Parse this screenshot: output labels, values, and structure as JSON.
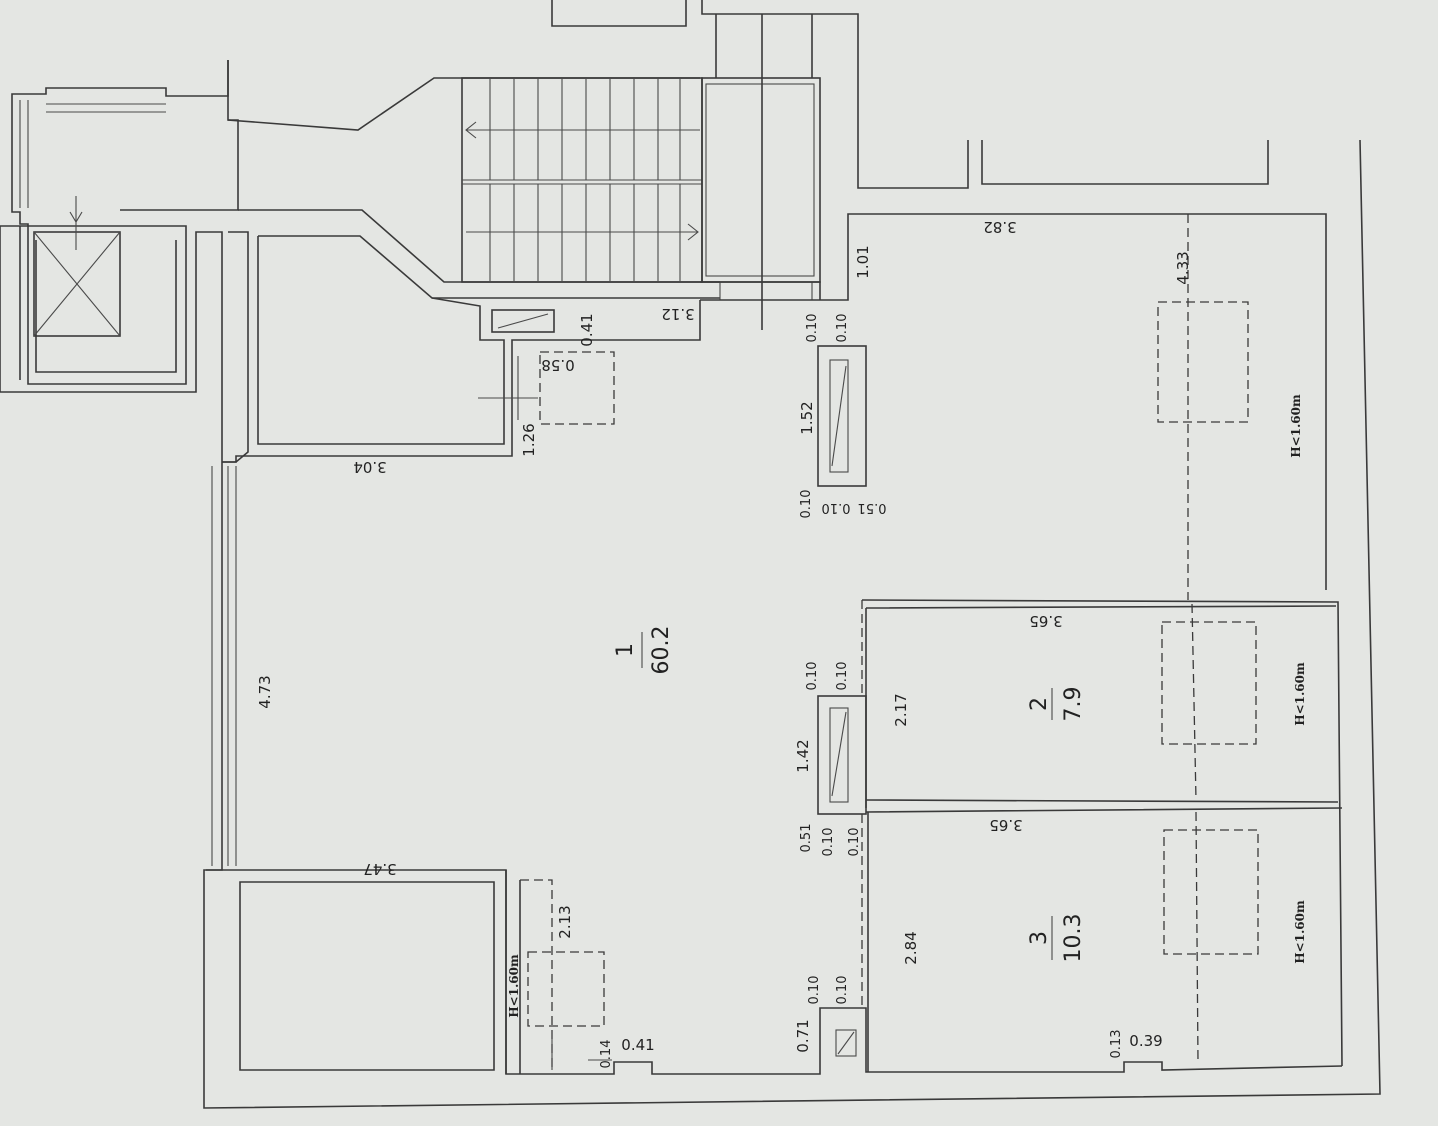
{
  "rooms": [
    {
      "number": "1",
      "area": "60.2"
    },
    {
      "number": "2",
      "area": "7.9"
    },
    {
      "number": "3",
      "area": "10.3"
    }
  ],
  "dimensions": {
    "d_382": "3.82",
    "d_101": "1.01",
    "d_433": "4.33",
    "d_312": "3.12",
    "d_041_top": "0.41",
    "d_058": "0.58",
    "d_126": "1.26",
    "d_304": "3.04",
    "d_473": "4.73",
    "d_347": "3.47",
    "d_213": "2.13",
    "d_014": "0.14",
    "d_041_bottom": "0.41",
    "d_071": "0.71",
    "d_010_a": "0.10",
    "d_010_b": "0.10",
    "d_152": "1.52",
    "d_010_c": "0.10",
    "d_010_d": "0.10",
    "d_051_a": "0.51",
    "d_365_a": "3.65",
    "d_010_e": "0.10",
    "d_010_f": "0.10",
    "d_217": "2.17",
    "d_142": "1.42",
    "d_051_b": "0.51",
    "d_010_g": "0.10",
    "d_010_h": "0.10",
    "d_365_b": "3.65",
    "d_284": "2.84",
    "d_010_i": "0.10",
    "d_010_j": "0.10",
    "d_013": "0.13",
    "d_039": "0.39"
  },
  "height_notes": {
    "h1": "H<1.60m",
    "h2": "H<1.60m",
    "h3": "H<1.60m",
    "h4": "H<1.60m"
  }
}
